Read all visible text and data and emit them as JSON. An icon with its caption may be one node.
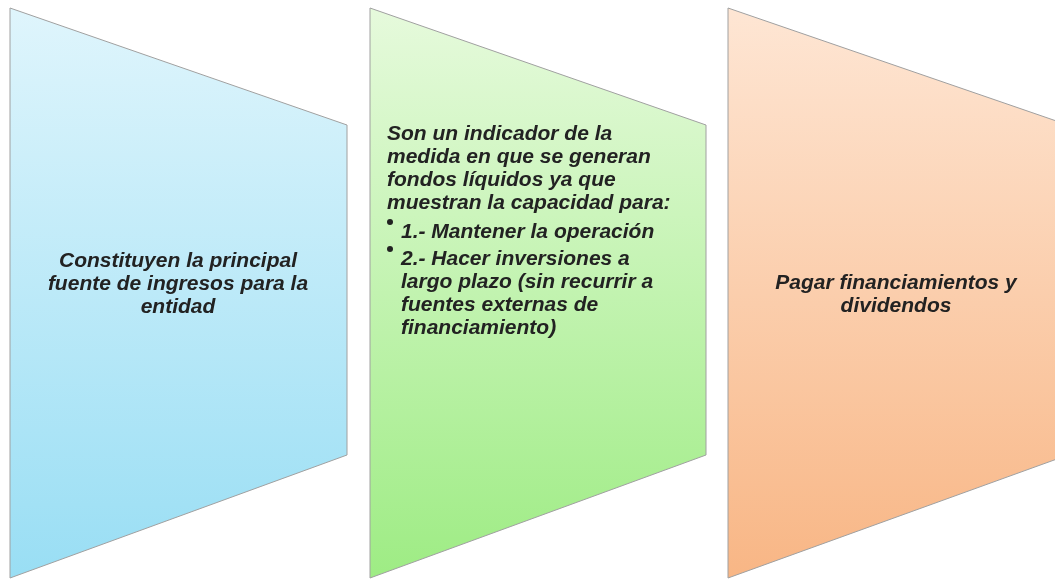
{
  "diagram": {
    "nodes": [
      {
        "text": [
          "Constituyen la principal fuente de ingresos para la entidad"
        ]
      },
      {
        "text": [
          "Son un indicador de la medida en que se generan fondos líquidos ya que muestran la capacidad para:",
          "1.- Mantener la operación",
          "2.- Hacer inversiones a largo plazo (sin recurrir a fuentes externas de financiamiento)"
        ]
      },
      {
        "text": [
          "Pagar financiamientos y dividendos"
        ]
      }
    ]
  }
}
